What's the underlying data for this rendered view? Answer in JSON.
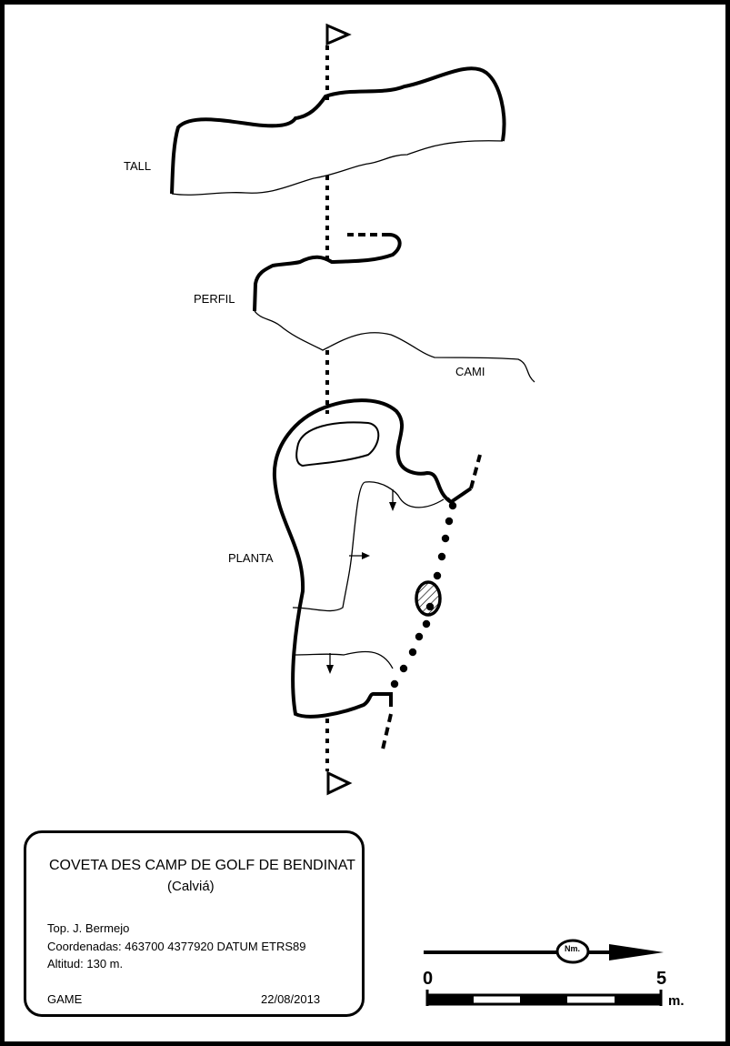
{
  "labels": {
    "tall": "TALL",
    "perfil": "PERFIL",
    "cami": "CAMI",
    "planta": "PLANTA"
  },
  "info": {
    "title": "COVETA DES CAMP DE GOLF DE BENDINAT",
    "subtitle": "(Calviá)",
    "topographer": "Top.  J. Bermejo",
    "coordinates": "Coordenadas:  463700  4377920 DATUM ETRS89",
    "altitude": "Altitud: 130 m.",
    "group": "GAME",
    "date": "22/08/2013"
  },
  "scale": {
    "north_label": "Nm.",
    "start": "0",
    "end": "5",
    "unit": "m."
  },
  "colors": {
    "ink": "#000000",
    "paper": "#ffffff",
    "frame": "#000000"
  }
}
